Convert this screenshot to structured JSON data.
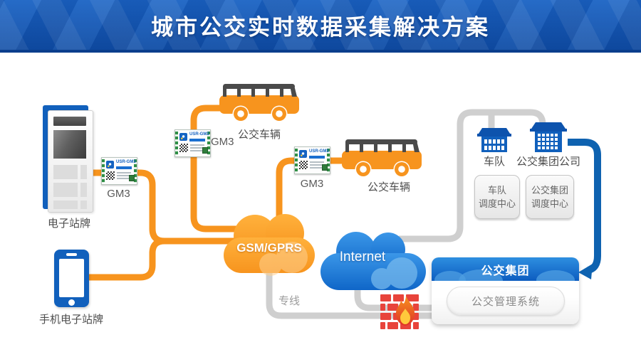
{
  "header": {
    "title": "城市公交实时数据采集解决方案"
  },
  "labels": {
    "kiosk": "电子站牌",
    "phone": "手机电子站牌",
    "bus": "公交车辆",
    "gm3": "GM3",
    "chip": "USR-GM3",
    "gsm_cloud": "GSM/GPRS",
    "internet_cloud": "Internet",
    "dedicated_line": "专线",
    "fleet": "车队",
    "group_company": "公交集团公司",
    "fleet_dispatch_line1": "车队",
    "fleet_dispatch_line2": "调度中心",
    "group_dispatch_line1": "公交集团",
    "group_dispatch_line2": "调度中心",
    "panel_title": "公交集团",
    "panel_system": "公交管理系统"
  },
  "colors": {
    "orange_line": "#F7941E",
    "gray_line": "#CFCFCF",
    "blue_line": "#0E62B0",
    "header_blue": "#1257B8",
    "device_blue": "#1160BC",
    "firewall_red": "#E8443B"
  }
}
